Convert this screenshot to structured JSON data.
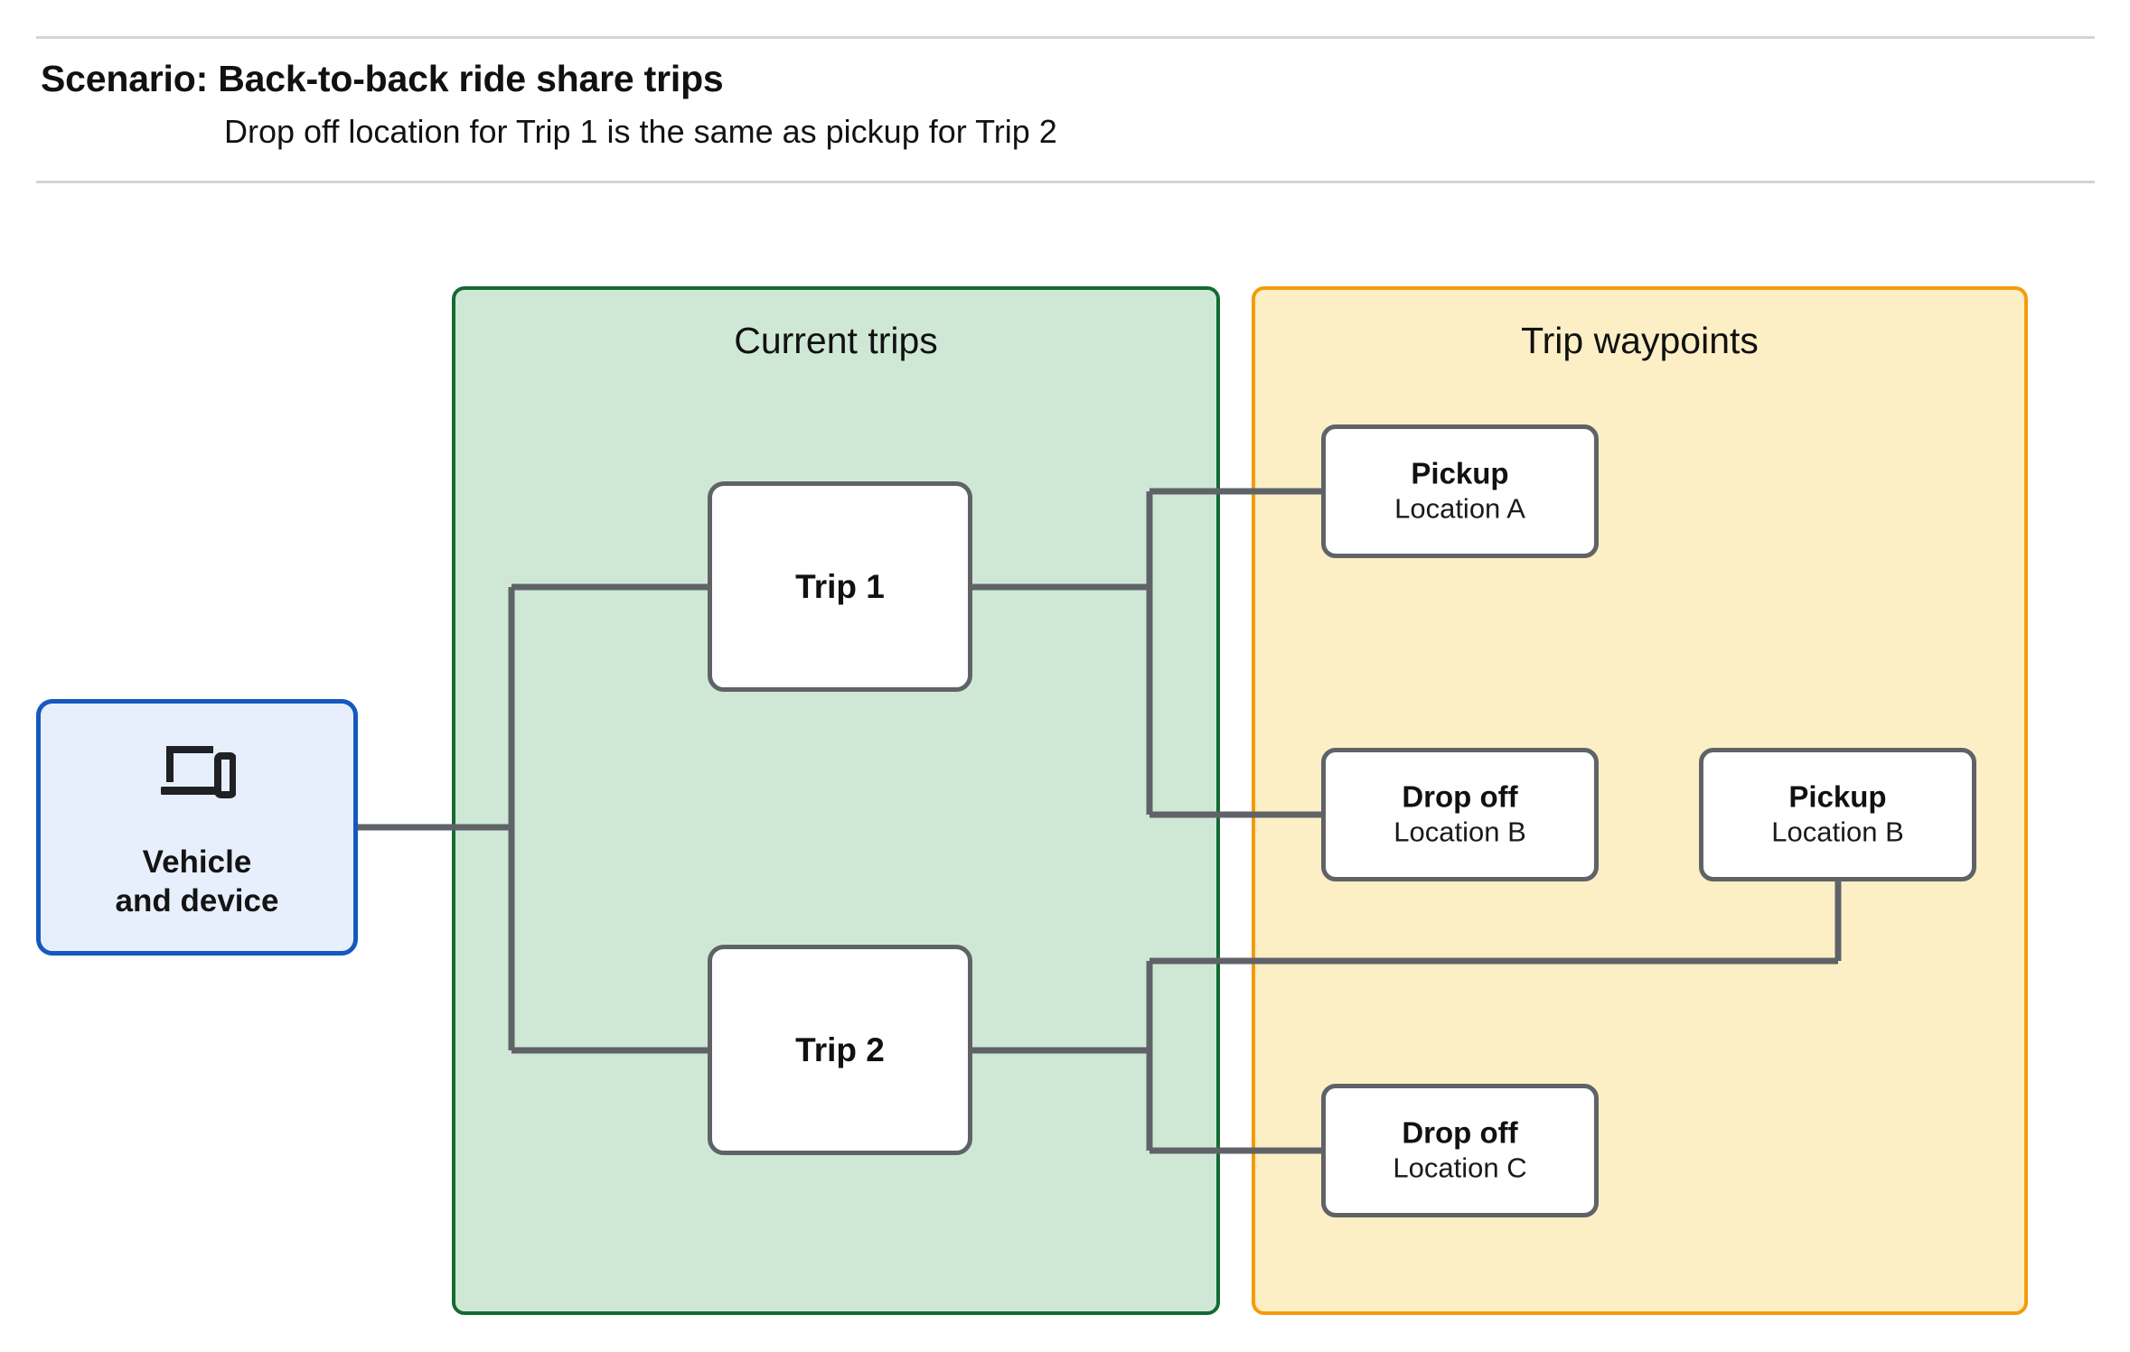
{
  "header": {
    "title": "Scenario: Back-to-back ride share trips",
    "subtitle": "Drop off  location for Trip 1 is the same as pickup for Trip 2"
  },
  "groups": {
    "current_trips": {
      "title": "Current trips",
      "fill": "#cfe8d6",
      "border": "#136b33"
    },
    "trip_waypoints": {
      "title": "Trip waypoints",
      "fill": "#fcefc6",
      "border": "#f59b0b"
    }
  },
  "vehicle": {
    "label": "Vehicle\nand device",
    "icon": "devices-icon",
    "fill": "#e8effc",
    "border": "#1559c0"
  },
  "trips": [
    {
      "label": "Trip 1"
    },
    {
      "label": "Trip 2"
    }
  ],
  "waypoints": [
    {
      "kind": "Pickup",
      "location": "Location A"
    },
    {
      "kind": "Drop off",
      "location": "Location B"
    },
    {
      "kind": "Pickup",
      "location": "Location B"
    },
    {
      "kind": "Drop off",
      "location": "Location C"
    }
  ],
  "colors": {
    "connector": "#5f6368",
    "node_border": "#5f6368",
    "rule": "#d4d4d4",
    "background": "#ffffff"
  }
}
